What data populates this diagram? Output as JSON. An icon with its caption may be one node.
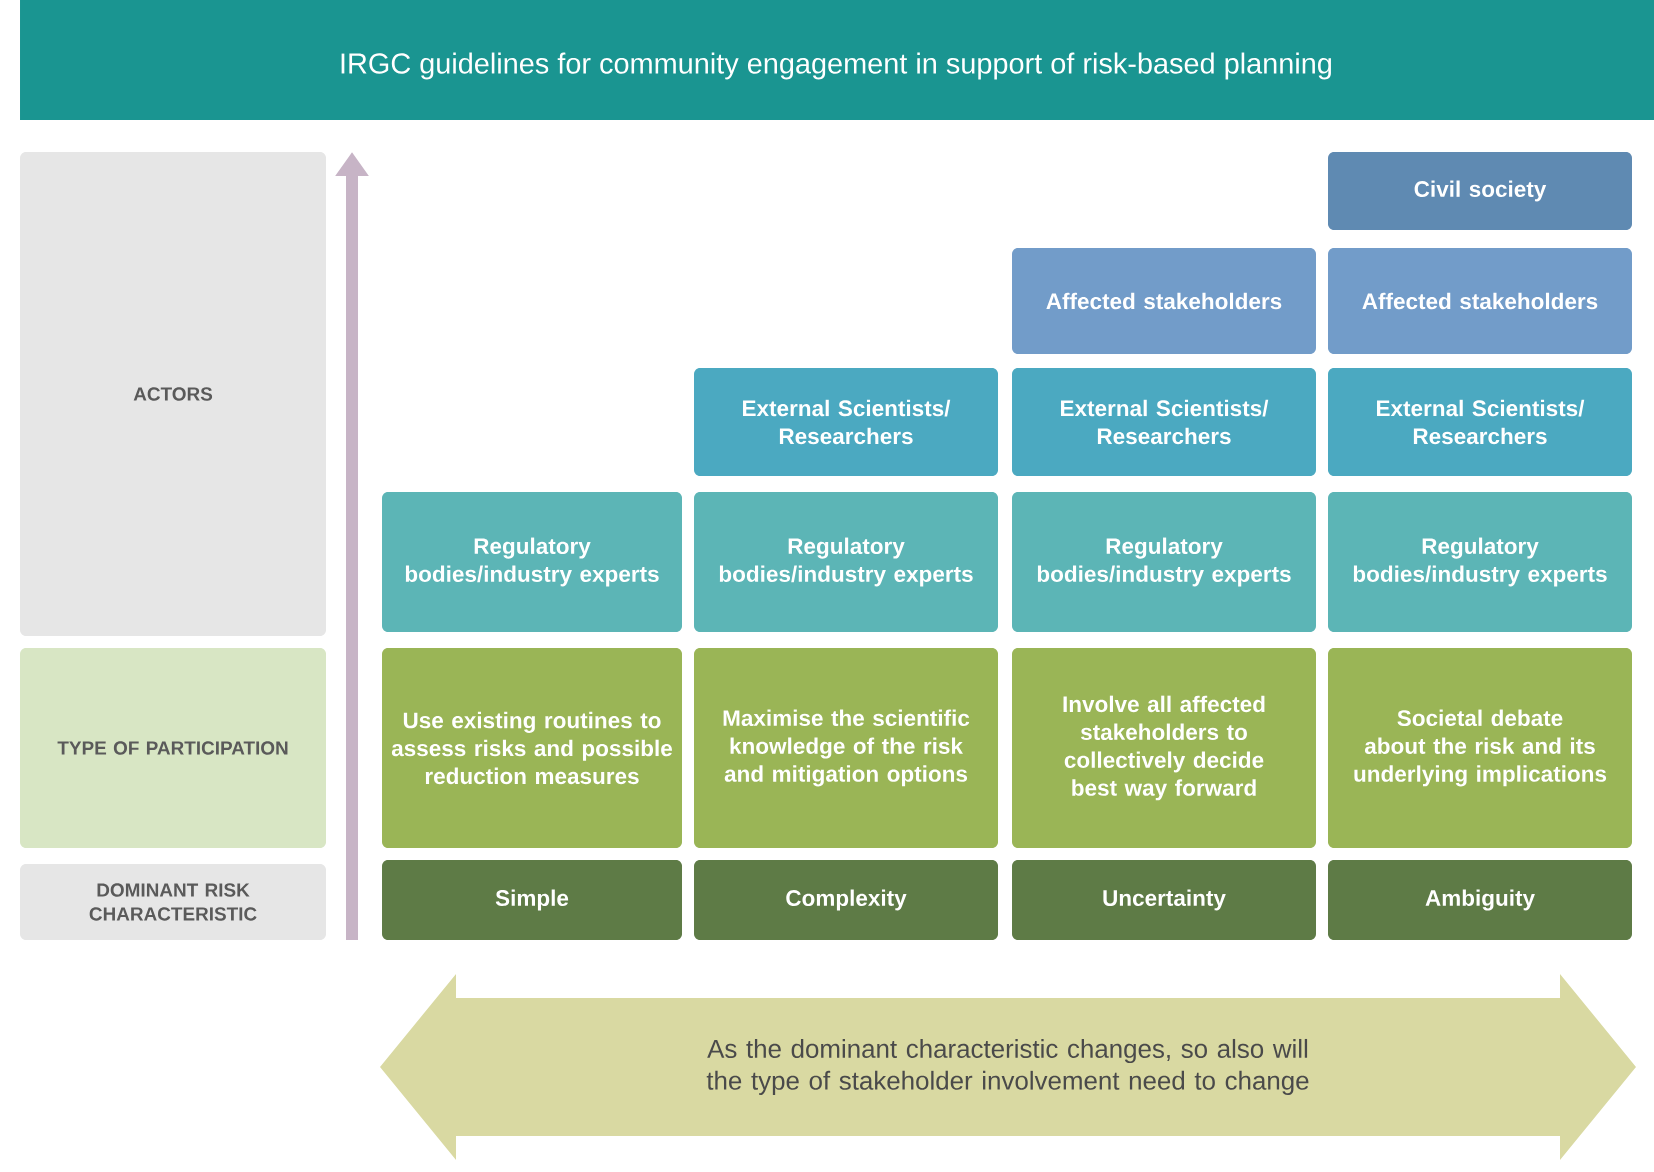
{
  "diagram": {
    "title": "IRGC guidelines for community engagement in support of risk-based planning",
    "nodes": [
      {
        "text": [
          "ACTORS"
        ]
      },
      {
        "text": [
          "Civil society"
        ]
      },
      {
        "text": [
          "Affected stakeholders"
        ]
      },
      {
        "text": [
          "Affected stakeholders"
        ]
      },
      {
        "text": [
          "External Scientists/ Researchers"
        ]
      },
      {
        "text": [
          "External Scientists/ Researchers"
        ]
      },
      {
        "text": [
          "External Scientists/ Researchers"
        ]
      },
      {
        "text": [
          "Regulatory bodies/industry experts"
        ]
      },
      {
        "text": [
          "Regulatory bodies/industry experts"
        ]
      },
      {
        "text": [
          "Regulatory bodies/industry experts"
        ]
      },
      {
        "text": [
          "Regulatory bodies/industry experts"
        ]
      },
      {
        "text": [
          "TYPE OF PARTICIPATION"
        ]
      },
      {
        "text": [
          "Use existing routines to assess risks and possible reduction measures"
        ]
      },
      {
        "text": [
          "Maximise the scientific knowledge of the risk and mitigation options"
        ]
      },
      {
        "text": [
          "Involve all affected stakeholders to collectively decide best way forward"
        ]
      },
      {
        "text": [
          "Societal debate about the risk and its underlying implications"
        ]
      },
      {
        "text": [
          "DOMINANT RISK CHARACTERISTIC"
        ]
      },
      {
        "text": [
          "Simple"
        ]
      },
      {
        "text": [
          "Complexity"
        ]
      },
      {
        "text": [
          "Uncertainty"
        ]
      },
      {
        "text": [
          "Ambiguity"
        ]
      },
      {
        "text": [
          "As the dominant characteristic changes, so also will the type of stakeholder involvement need to change"
        ]
      }
    ],
    "edges": []
  }
}
